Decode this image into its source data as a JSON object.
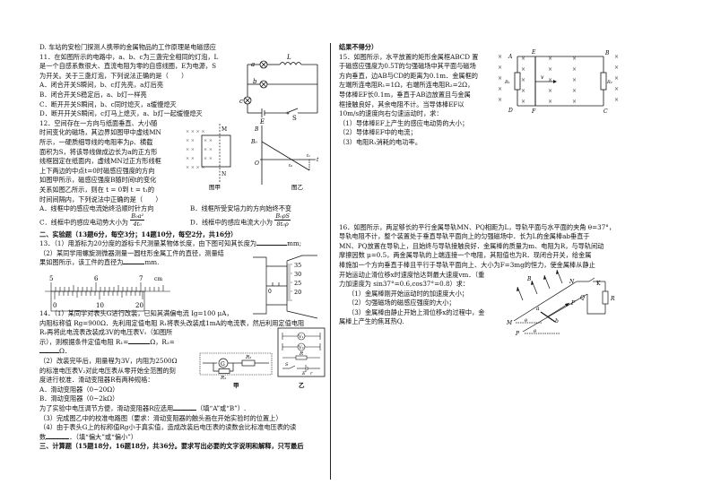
{
  "left_column": {
    "q10_d": "D. 车站的安检门探测人携带的金属物品的工作原理是电磁感应",
    "q11": {
      "stem": [
        "11．在如图所示的电路中，a、b、c为三盏完全相同的灯泡，L",
        "是一个自感系数很大、直流电阻为零的自感线圈，E为电源，S",
        "为开关。关于三盏灯泡，下列说法正确的是（　　）"
      ],
      "options": [
        "A．闭合开关S瞬间，b、c灯先亮，a灯后亮",
        "B．闭合开关S稳定后，a、b灯一样亮",
        "C．断开开关S瞬间，b、c同时熄灭，a缓慢熄灭",
        "D．断开开关S瞬间，c灯马上熄灭，a、b灯一起缓慢熄灭"
      ],
      "figure_labels": {
        "a": "a",
        "b": "b",
        "c": "c",
        "L": "L",
        "E": "E",
        "S": "S"
      }
    },
    "q12": {
      "stem": [
        "12．空间存在一方向与纸面垂直、大小随",
        "时间变化的磁场，其边界如图甲中虚线MN",
        "所示，一硬质细导线的电阻率为ρ、横截",
        "面积为S，将该导线做成边长为a的正方形",
        "线框固定在纸面内，虚线MN过正方形线框",
        "上下两边的中点t=0时磁感应强度的方向",
        "如图甲所示，磁感应强度B随时间t的变化",
        "关系如图乙所示，则在 t = 0到 t = t₁的",
        "时间间隔内，下列说法中正确的是（　　）"
      ],
      "option_a": "A．线框中的感应电流始终沿顺时针方向",
      "option_b": "B．线框所受安培力的方向始终不变",
      "option_c": "C．线框中的感应电动势大小为",
      "option_c_num": "B₀a²",
      "option_c_den": "4t₀",
      "option_d": "D．线框中的感应电流大小为",
      "option_d_num": "B₀ρS",
      "option_d_den": "8t₀ρ",
      "fig_a_label": "图甲",
      "fig_b_label": "图乙",
      "fig_labels": {
        "M": "M",
        "N": "N",
        "B": "B",
        "B0": "B₀",
        "O": "O",
        "t0": "t₀",
        "t1": "t₁",
        "t": "t"
      }
    },
    "section2_title": "二、实验题（13题6分，每空3分；14题10分，每空2分，共16分）",
    "q13": {
      "line1": "13．（1）用游标为20分度的游标卡尺测量某物体长度，由下图可知其长度为",
      "line1_unit": "mm;",
      "line2": "（2）某同学用螺旋测微器测量一圆柱形金属工件的直径，测量结",
      "line3": "果如图所示，该工件的直径为",
      "line3_unit": "mm.",
      "caliper_main_ticks": [
        "5",
        "6",
        "7"
      ],
      "caliper_unit": "cm",
      "caliper_vernier_ticks": [
        "0",
        "10",
        "20"
      ],
      "micrometer_ticks": [
        "35",
        "30",
        "25",
        "20"
      ],
      "micrometer_zero": "0"
    },
    "q14": {
      "lines": [
        "14．（1）某同学对表头G进行改装，已知其满偏电流 Ig=100 μA，",
        "内阻标称值 Rg=900Ω．先利用定值电阻 R₁将表头改装成1mA的电流表，然后利用定值电阻",
        "R₂再将此电流表改装成3V的电压表V₁（如图所",
        "示），则根据条件定值电阻 R₁=",
        "（2）改装完毕后，用量程为3V，内阻为2500Ω",
        "的标准电压表V₂对此电压表从零开始全范围的刻",
        "度进行校准．滑动变阻器R有两种规格：",
        "A．滑动变阻器（0~20Ω）",
        "B．滑动变阻器（0~2kΩ）",
        "为了实验中电压调节方便，滑动变阻器R应选用",
        "（填“A”或“B”）.",
        "（3）完成图乙中的校准电路图（要求：滑动变阻器的触头画在开始实验时的位置上）",
        "（4）由于表头G上的标称值Rg小于真实值，造成改装后电压表的读数会比标准电压表的读",
        "数",
        "．（填“偏大”或“偏小”）"
      ],
      "r2_label": "Ω，R₂=",
      "omega_end": "Ω．",
      "fig_jia": "甲",
      "fig_yi": "乙",
      "fig_labels": {
        "G": "G",
        "R1": "R₁",
        "R2": "R₂",
        "V1": "V₁",
        "V2": "V₂",
        "R": "R",
        "S": "S",
        "E": "E",
        "r": "r"
      }
    },
    "section3_title": "三、计算题（15题18分，16题18分，共36分。要求写出必要的文字说明和解释，只写最后"
  },
  "right_column": {
    "carry_over": "结果不得分）",
    "q15": {
      "stem": [
        "15．如图所示，水平放置的矩形金属框ABCD 置",
        "于磁感应强度为0.5T的匀强磁场中其平面与磁场",
        "方向垂直，边AB与CD的距离为0.1m．金属框的",
        "左端所连电阻R₁=1Ω，右端所连电阻R₂=2Ω，",
        "导体棒EF长0.1m，垂直于AB边放置且与金属",
        "框接触良好，其余电阻不计。当导体棒EF以",
        "10m/s的速度向右匀速运动时，求："
      ],
      "questions": [
        "（1）导体棒EF上产生的感应电动势的大小；",
        "（2）导体棒EF中的电流；",
        "（3）电阻R₁消耗的电功率。"
      ],
      "fig_labels": {
        "A": "A",
        "B": "B",
        "C": "C",
        "D": "D",
        "E": "E",
        "F": "F",
        "R1": "R₁",
        "R2": "R₂",
        "v": "v"
      }
    },
    "q16": {
      "stem": [
        "16．如图所示，两足够长的平行金属导轨MN、PQ相距为L，导轨平面与水平面的夹角 θ=37°，",
        "导轨电阻不计，整个装置处于垂直导轨平面向上的匀强磁场中．长为L的金属棒ab垂直于",
        "MN、PQ放置在导轨上，且始终与导轨接触良好．金属棒的质量为m、电阻为R，与导轨间动",
        "摩擦因数 μ=0.5，两金属导轨的上端连接一个电阻，其阻值也为R．现闭合开关，给金属",
        "棒施加一个方向垂直于棒且平行于导轨平面向上、大小为F=3mg的恒力，使金属棒从静止",
        "开始运动止滑位移x时速度恰达到最大速度vm．（重",
        "力加速度为 sin37°=0.6,cos37°=0.8）求："
      ],
      "questions": [
        "（1）金属棒刚开始运动时的加速度大小；",
        "（2）匀强磁场的磁感应强度的大小；",
        "（3）金属棒由静止开始上滑位移x的过程中，金",
        "属棒上产生的焦耳热Q."
      ],
      "fig_labels": {
        "B": "B",
        "N": "N",
        "K": "K",
        "R": "R",
        "Q": "Q",
        "F": "F",
        "a": "a",
        "b": "b",
        "M": "M",
        "P": "P",
        "theta": "θ"
      }
    }
  }
}
